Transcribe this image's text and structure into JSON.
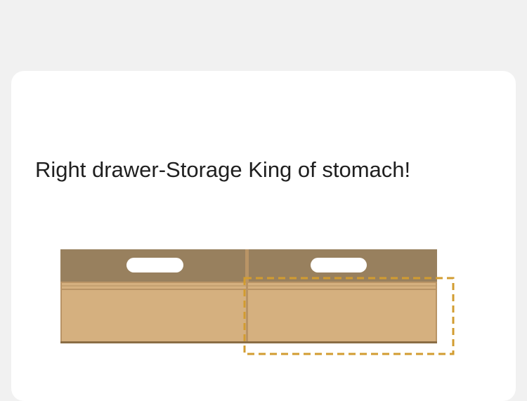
{
  "heading": "Right drawer-Storage King of stomach!",
  "colors": {
    "page_background": "#f1f1f1",
    "card_background": "#ffffff",
    "drawer_top": "#98805e",
    "drawer_body": "#d5b07f",
    "drawer_edge": "#b99466",
    "drawer_shadow": "#8a6d45",
    "handle": "#ffffff",
    "highlight_dashed": "#d29c30"
  },
  "illustration": {
    "name": "drawer-illustration",
    "highlighted": "right drawer"
  }
}
